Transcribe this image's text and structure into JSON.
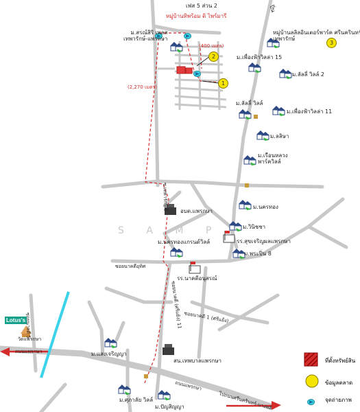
{
  "roads_top": "เฟส 5 ส่วน 2",
  "road_top_right": "ปิ่น",
  "village_focus": "หมู่บ้านทิพร้อม ติ ไพร์มารี",
  "labels": {
    "m_sansiri": "ม.สรณ์สิริ เพลส\nเทพารักษ์-แพรกษา",
    "dist_400": "(400 เมตร)",
    "dist_2270": "(2,270 เมตร)",
    "lalin": "หมู่บ้านลลิลอินเตอร์พาร์ค ศรีนครินทร์-\nเทพารักษ์",
    "pruksa15": "ม.เพื่องฟ้าวิลล่า 15",
    "lalli2": "ม.ลัลลี่ วิลล์ 2",
    "lalli": "ม.ลัลลี่ วิลล์",
    "pruksa11": "ม.เพื่องฟ้าวิลล่า 11",
    "lisa": "ม.ลลิษา",
    "ruenluang": "ม.เรือนหลวง\nพาร์ควิลล์",
    "nakhonthong": "ม.นครทอง",
    "orbt": "อบต.แพรกษา",
    "sam_p": "S A M   P",
    "winitcha": "ม.วินิชชา",
    "nakhonthong_green": "ม.นครทองแกรนด์วิลล์",
    "school_suchat": "รร.สุขเจริญผลแพรกษา",
    "phraphin8": "ม.พระปิ่น 8",
    "school_nakhon": "รร.นาคดีอนุสรณ์",
    "road_prasong": "ซอยนาคดีอุทิศ",
    "road_mid": "ซอยนาคดี 1 (ศรีแย้ง)",
    "road_vertical": "ซอยนาคดี (ศรีแย้ง) 11",
    "road_left_vertical": "ซ.เทพารักษ์ 8",
    "road_left2": "ซอยนาคดี 5",
    "road_left_top": "ถนนแพรกษา",
    "lotus": "Lotus's",
    "wat": "วัดแพรกษา",
    "sengcharoen": "ม.แสงเจริญญา",
    "sanom": "สน.เทพบาลแพรกษา",
    "road_praksa": "ถนนแพรกษา",
    "thepharak": "ถนนเทพารักษ์",
    "road_bottom": "ไปถนนศรีนครินทร์-บางพลี",
    "sukkasem": "ม.ศุภาลัย วิลล์",
    "panya": "ม.ปัญสิญญา"
  },
  "markers": [
    "1",
    "2",
    "3"
  ],
  "legend": [
    {
      "label": "ที่ตั้งทรัพย์สิน",
      "kind": "property"
    },
    {
      "label": "ข้อมูลตลาด",
      "kind": "market"
    },
    {
      "label": "จุดถ่ายภาพ",
      "kind": "photo"
    }
  ],
  "colors": {
    "road": "#c8c8c8",
    "route": "#d42b2b",
    "canal": "#3ad3e8",
    "marker": "#f5e400",
    "village_roof": "#2d4a86",
    "village_wall": "#ffffff",
    "village_arrow": "#2fb43a"
  }
}
